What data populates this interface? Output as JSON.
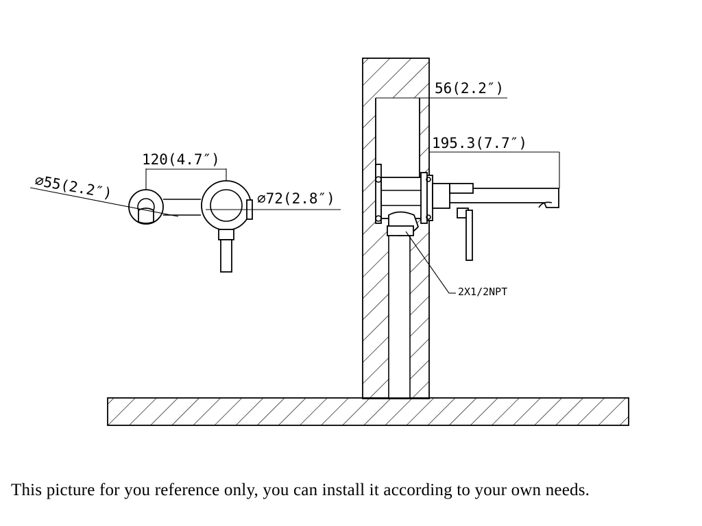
{
  "front_view": {
    "spacing_dim": "120(4.7″)",
    "spout_plate_dim": "⌀55(2.2″)",
    "handle_plate_dim": "⌀72(2.8″)"
  },
  "side_view": {
    "wall_depth_dim": "56(2.2″)",
    "spout_reach_dim": "195.3(7.7″)",
    "connection_note": "2X1/2NPT"
  },
  "footer": {
    "note": "This  picture for you reference only, you can install it according to your own needs."
  }
}
